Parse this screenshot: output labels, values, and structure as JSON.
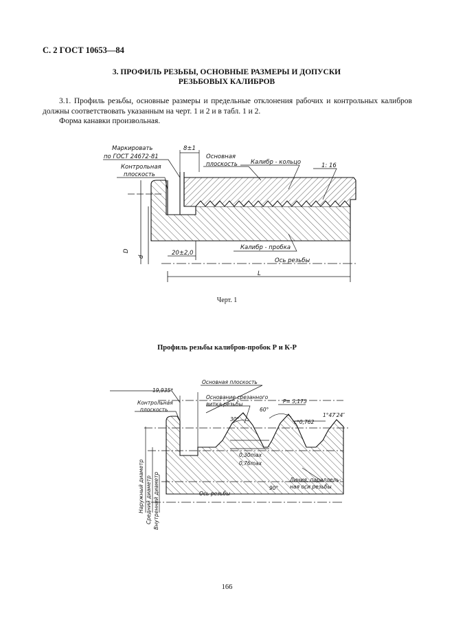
{
  "header": "С. 2 ГОСТ 10653—84",
  "section": {
    "title_line1": "3. ПРОФИЛЬ РЕЗЬБЫ, ОСНОВНЫЕ РАЗМЕРЫ И ДОПУСКИ",
    "title_line2": "РЕЗЬБОВЫХ КАЛИБРОВ",
    "para1": "3.1. Профиль резьбы, основные размеры и предельные отклонения рабочих и контрольных калибров должны соответствовать указанным на черт. 1 и 2 и в табл. 1 и 2.",
    "para2": "Форма канавки произвольная."
  },
  "figure1": {
    "label_mark1": "Маркировать",
    "label_mark2": "по ГОСТ 24672-81",
    "label_control1": "Контрольная",
    "label_control2": "плоскость",
    "dim_8": "8±1",
    "label_base1": "Основная",
    "label_base2": "плоскость",
    "label_ring": "Калибр - кольцо",
    "taper": "1: 16",
    "label_D": "D",
    "label_d": "d",
    "dim_20": "20±2,0",
    "label_plug": "Калибр - пробка",
    "label_axis": "Ось резьбы",
    "label_L": "L",
    "caption": "Черт. 1"
  },
  "subtitle": "Профиль резьбы калибров-пробок Р и К-Р",
  "figure2": {
    "dim_19": "19,935*",
    "label_base": "Основная плоскость",
    "label_control1": "Контрольная",
    "label_control2": "плоскость",
    "label_cut1": "Основание срезанного",
    "label_cut2": "витка резьбы",
    "pitch": "P= 3,175",
    "angle_half": "30°",
    "angle_full": "60°",
    "angle_taper": "1°47′24″",
    "chamfer": "c*0,762",
    "dim_030": "0,30max",
    "dim_076": "0,76max",
    "angle_90": "90°",
    "label_parallel1": "Линия, параллель-",
    "label_parallel2": "ная оси резьбы",
    "label_axis": "Ось резьбы",
    "label_outer": "Наружный диаметр",
    "label_mean": "Средний диаметр",
    "label_inner": "Внутренний диаметр"
  },
  "page_number": "166"
}
